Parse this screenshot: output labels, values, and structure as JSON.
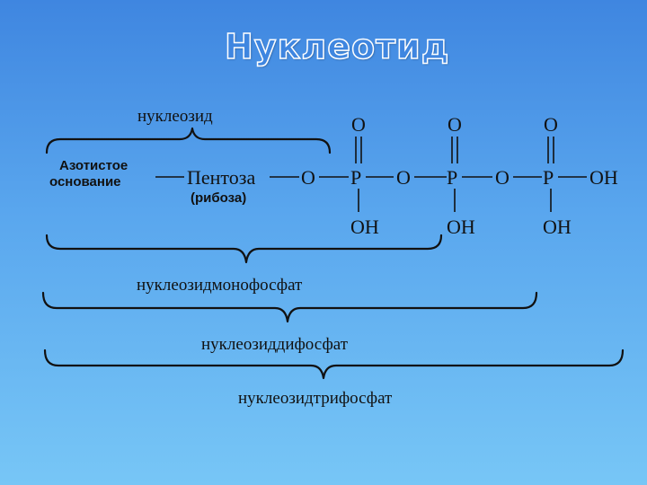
{
  "title": "Нуклеотид",
  "labels": {
    "nucleoside": "нуклеозид",
    "base_line1": "Азотистое",
    "base_line2": "основание",
    "sugar": "Пентоза",
    "sugar_note": "(рибоза)",
    "monophosphate": "нуклеозидмонофосфат",
    "diphosphate": "нуклеозиддифосфат",
    "triphosphate": "нуклеозидтрифосфат"
  },
  "atoms": {
    "o": "O",
    "p": "P",
    "oh": "OH"
  }
}
